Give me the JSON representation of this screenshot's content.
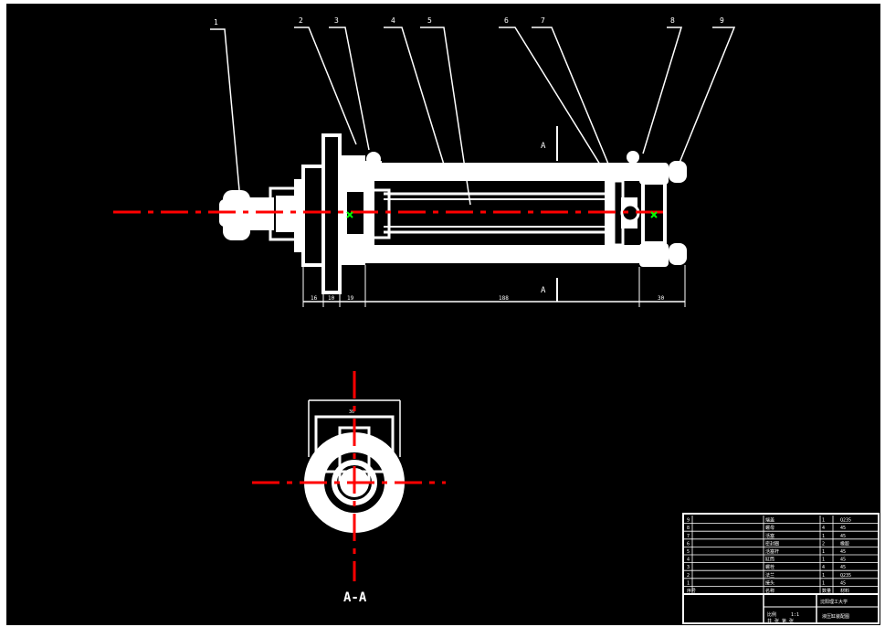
{
  "drawing": {
    "balloons": [
      "1",
      "2",
      "3",
      "4",
      "5",
      "6",
      "7",
      "8",
      "9"
    ],
    "section_mark": "A",
    "section_label": "A-A",
    "dimensions": [
      "16",
      "10",
      "19",
      "188",
      "30",
      "30"
    ],
    "colors": {
      "background": "#000000",
      "lines": "#ffffff",
      "centerline": "#ff0000",
      "marker": "#00ff00"
    }
  },
  "title_block": {
    "rows": [
      {
        "num": "9",
        "name": "端盖",
        "qty": "1",
        "material": "Q235"
      },
      {
        "num": "8",
        "name": "螺母",
        "qty": "4",
        "material": "45"
      },
      {
        "num": "7",
        "name": "活塞",
        "qty": "1",
        "material": "45"
      },
      {
        "num": "6",
        "name": "密封圈",
        "qty": "2",
        "material": "橡胶"
      },
      {
        "num": "5",
        "name": "活塞杆",
        "qty": "1",
        "material": "45"
      },
      {
        "num": "4",
        "name": "缸筒",
        "qty": "1",
        "material": "45"
      },
      {
        "num": "3",
        "name": "螺栓",
        "qty": "4",
        "material": "45"
      },
      {
        "num": "2",
        "name": "法兰",
        "qty": "1",
        "material": "Q235"
      },
      {
        "num": "1",
        "name": "接头",
        "qty": "1",
        "material": "45"
      }
    ],
    "header": {
      "num": "序号",
      "name": "名称",
      "qty": "数量",
      "material": "材料"
    },
    "school": "沈阳理工大学",
    "drawing_title": "液压缸装配图",
    "scale_label": "比例",
    "scale": "1:1",
    "sheet_label": "共 张 第 张"
  }
}
